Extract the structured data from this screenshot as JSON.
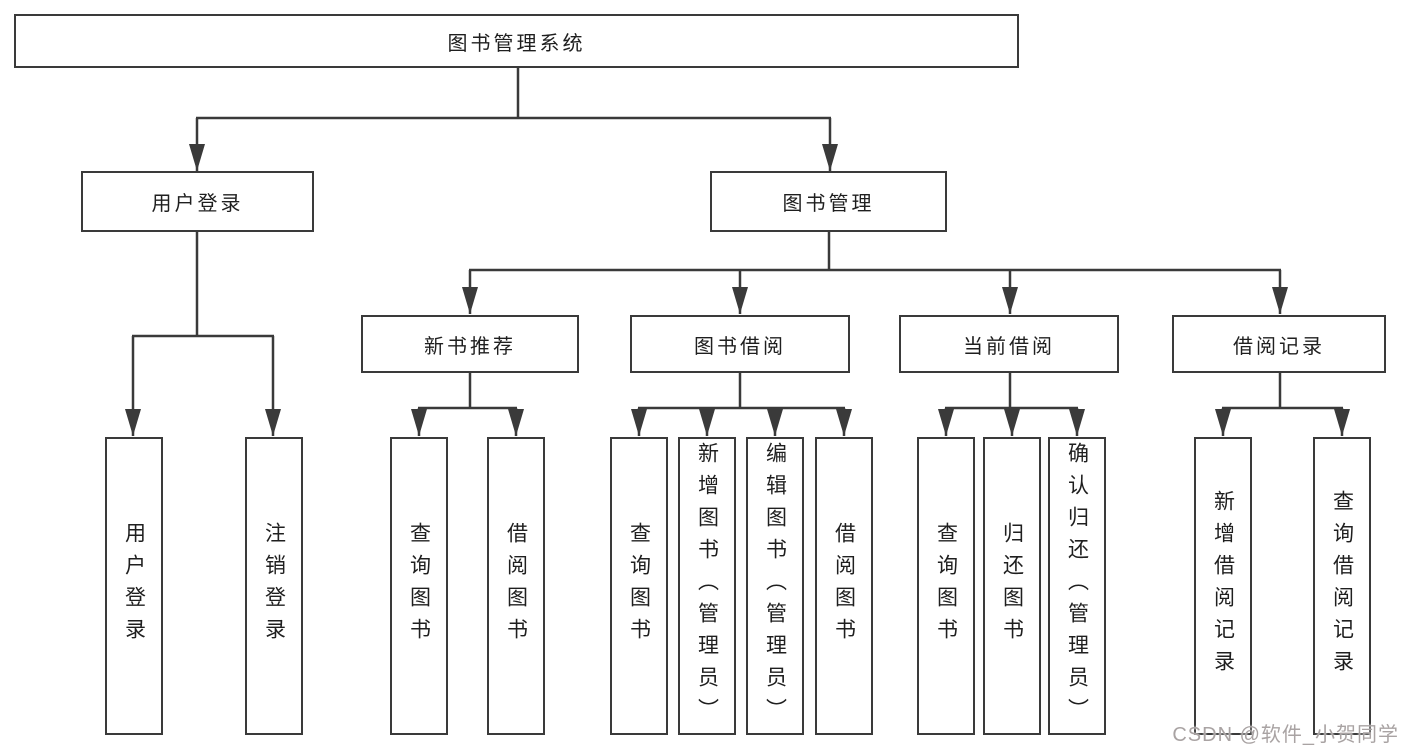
{
  "diagram": {
    "title": "图书管理系统",
    "nodes": {
      "root": "图书管理系统",
      "user_login": "用户登录",
      "book_mgmt": "图书管理",
      "new_book": "新书推荐",
      "book_borrow": "图书借阅",
      "current_borrow": "当前借阅",
      "borrow_record": "借阅记录",
      "ul_login": "用户登录",
      "ul_logout": "注销登录",
      "nb_query": "查询图书",
      "nb_borrow": "借阅图书",
      "bb_query": "查询图书",
      "bb_add": "新增图书（管理员）",
      "bb_edit": "编辑图书（管理员）",
      "bb_borrow": "借阅图书",
      "cb_query": "查询图书",
      "cb_return": "归还图书",
      "cb_confirm": "确认归还（管理员）",
      "br_add": "新增借阅记录",
      "br_query": "查询借阅记录"
    },
    "colors": {
      "line": "#3a3a3a",
      "text": "#1f1f1f",
      "background": "#ffffff",
      "watermark": "#a9a3a3"
    }
  },
  "watermark": "CSDN @软件_小贺同学"
}
